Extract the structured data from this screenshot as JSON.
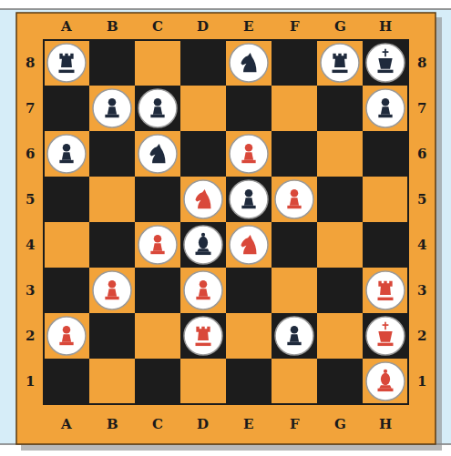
{
  "diagram": {
    "labels": [
      "A",
      "B",
      "C",
      "D",
      "E",
      "F",
      "G",
      "H",
      "8",
      "7",
      "6",
      "5",
      "4",
      "3",
      "2",
      "1",
      "8",
      "7",
      "6",
      "5",
      "4",
      "3",
      "2",
      "1",
      "A",
      "B",
      "C",
      "D",
      "E",
      "F",
      "G",
      "H"
    ]
  }
}
